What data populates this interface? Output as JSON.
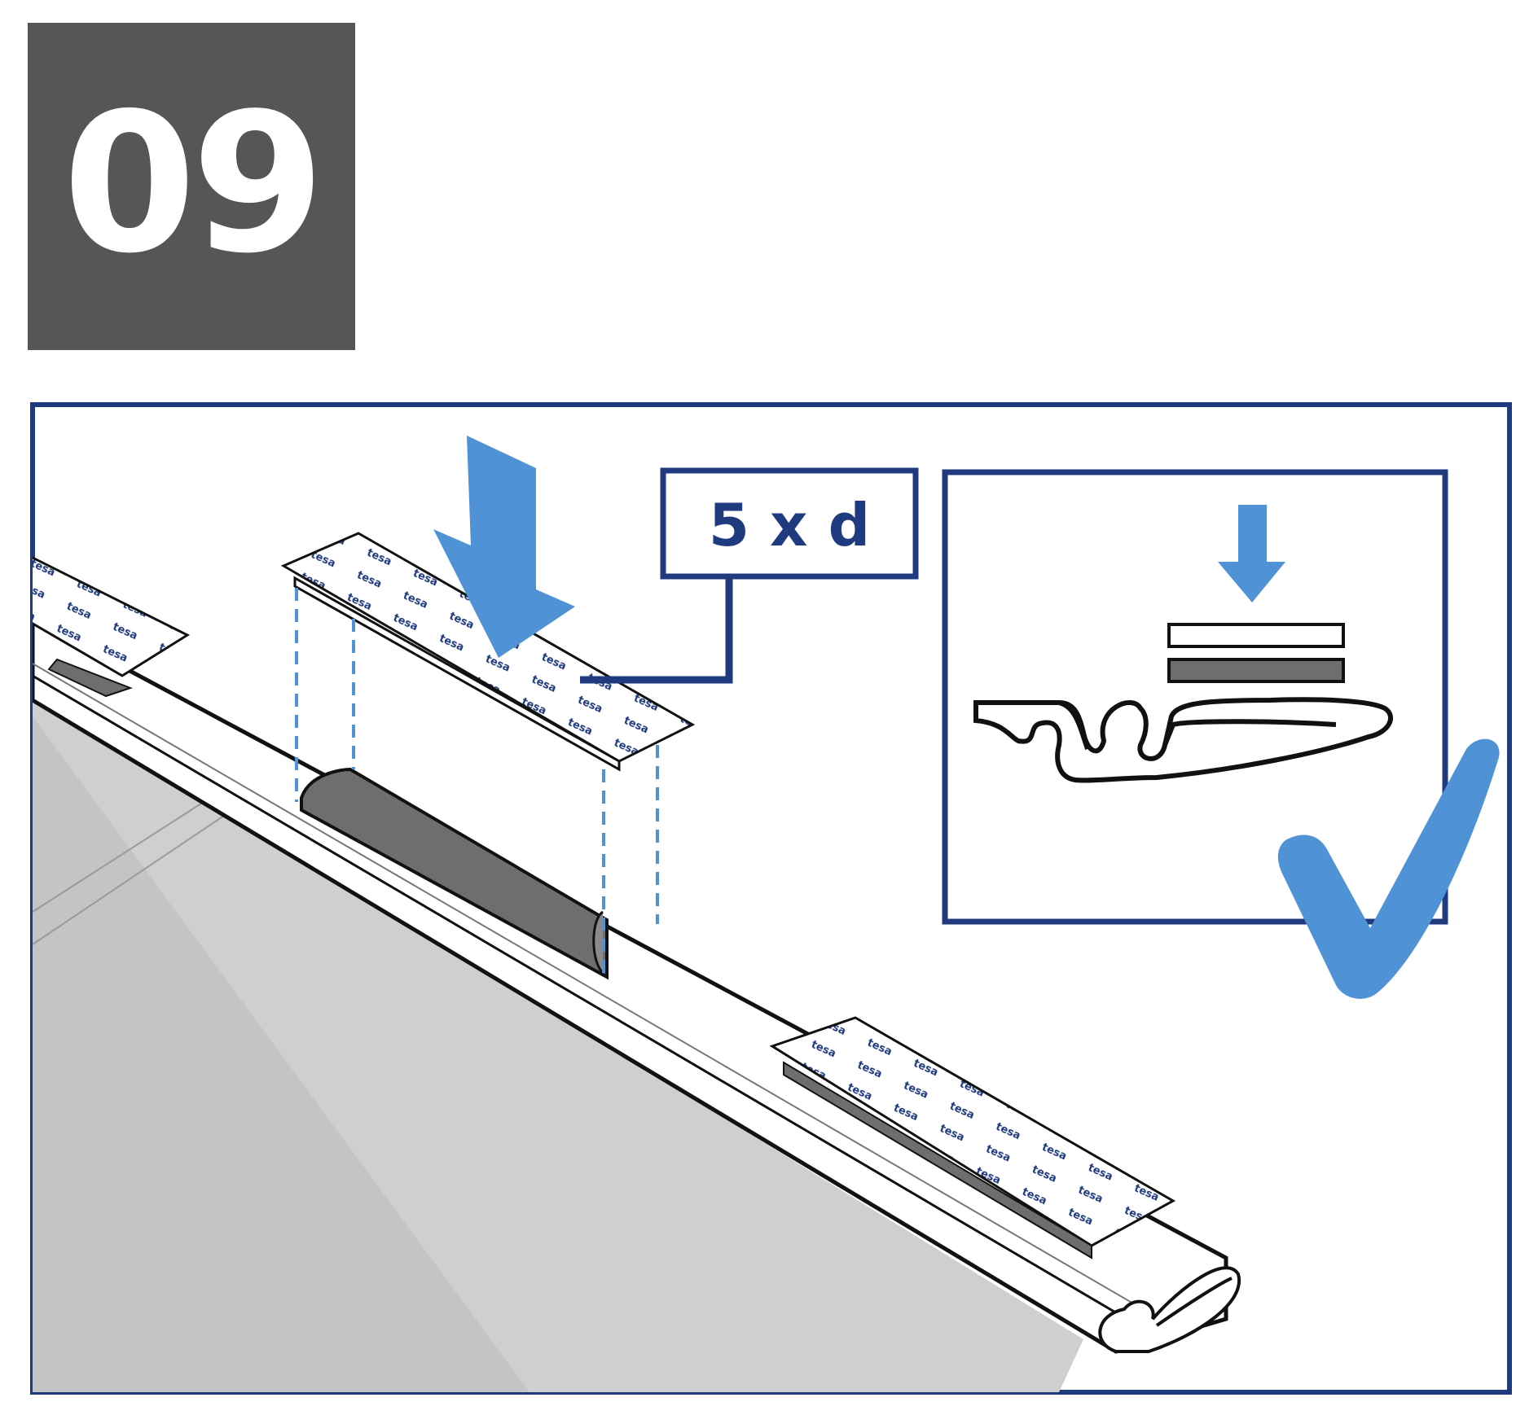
{
  "step": {
    "number": "09"
  },
  "callout": {
    "label": "5 x d"
  },
  "backing_brand": "tesa",
  "colors": {
    "badge_bg": "#575656",
    "frame": "#1f3a7e",
    "arrow": "#4f93d6",
    "check": "#4f93d6",
    "tape_dark": "#6e6e6e",
    "floor": "#cfcfcf"
  },
  "icons": {
    "press_arrow": "arrow-down-icon",
    "approval": "checkmark-icon"
  }
}
